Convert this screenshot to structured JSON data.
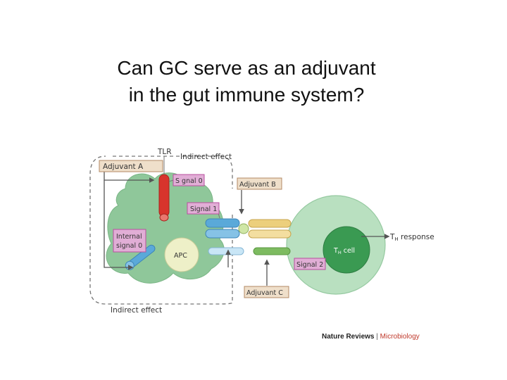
{
  "slide": {
    "title_line1": "Can GC serve as an adjuvant",
    "title_line2": "in the gut immune system?"
  },
  "diagram": {
    "labels": {
      "tlr": "TLR",
      "indirect_effect_top": "Indirect effect",
      "adjuvant_a": "Adjuvant A",
      "signal_0": "S gnal 0",
      "adjuvant_b": "Adjuvant B",
      "signal_1": "Signal 1",
      "internal_signal_line1": "Internal",
      "internal_signal_line2": "signal 0",
      "apc": "APC",
      "th_cell_t": "T",
      "th_cell_sub": "H",
      "th_cell_suffix": " cell",
      "th_response_t": "T",
      "th_response_sub": "H",
      "th_response_suffix": " response",
      "signal_2": "Signal 2",
      "adjuvant_c": "Adjuvant C",
      "indirect_effect_bottom": "Indirect effect"
    },
    "credit_journal": "Nature Reviews",
    "credit_separator": " | ",
    "credit_section": "Microbiology"
  },
  "colors": {
    "apc_fill": "#8fc79a",
    "t_cell_fill": "#b9e0c0",
    "t_cell_nucleus": "#3a9a52",
    "tlr_red": "#d8342c",
    "label_box_fill": "#efdfca",
    "label_box_stroke": "#b38a64",
    "pink_box_fill": "#e1aed6",
    "pink_box_stroke": "#b84f9f",
    "tcr_yellow": "#eccf7c",
    "mhc_blue": "#5aa9d9",
    "costim_green": "#7dbb60",
    "credit_red": "#c0392b"
  }
}
